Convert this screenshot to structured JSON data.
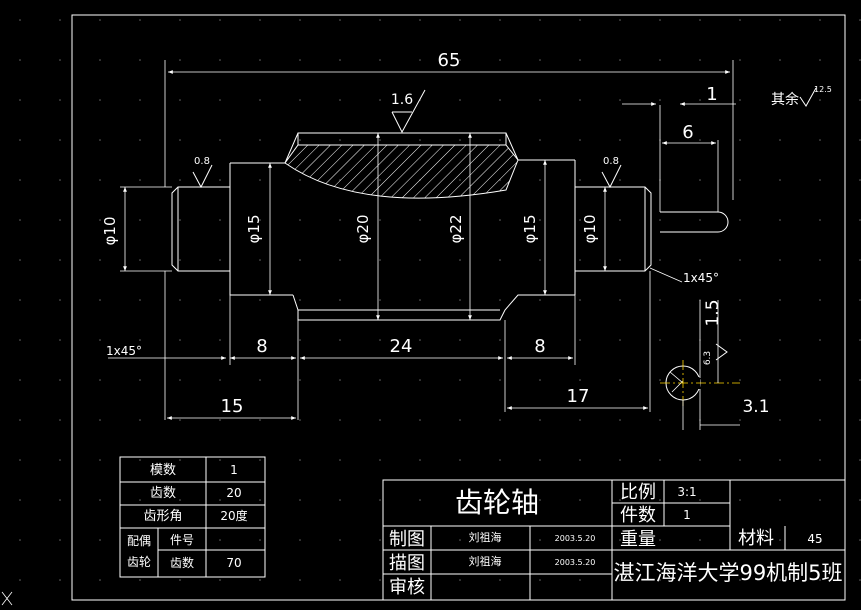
{
  "drawing": {
    "dims": {
      "overall": "65",
      "d10_left": "φ10",
      "d15_left": "φ15",
      "d20": "φ20",
      "d22": "φ22",
      "d15_right": "φ15",
      "d10_right": "φ10",
      "len_8_left": "8",
      "len_24": "24",
      "len_8_right": "8",
      "len_15": "15",
      "len_17": "17",
      "key_1": "1",
      "key_6": "6",
      "chamfer_left": "1x45°",
      "chamfer_right": "1x45°",
      "depth_15": "1.5",
      "width_31": "3.1"
    },
    "roughness": {
      "tooth": "1.6",
      "left": "0.8",
      "right": "0.8",
      "key": "6.3",
      "rest_label": "其余",
      "rest_value": "12.5"
    }
  },
  "gear_table": {
    "rows": [
      {
        "label": "模数",
        "value": "1"
      },
      {
        "label": "齿数",
        "value": "20"
      },
      {
        "label": "齿形角",
        "value": "20度"
      }
    ],
    "mate": {
      "label_a": "配偶",
      "label_b": "齿轮",
      "part_label": "件号",
      "teeth_label": "齿数",
      "teeth_value": "70"
    }
  },
  "title_block": {
    "part_name": "齿轮轴",
    "scale_label": "比例",
    "scale_value": "3:1",
    "qty_label": "件数",
    "qty_value": "1",
    "weight_label": "重量",
    "material_label": "材料",
    "material_value": "45",
    "rows": [
      {
        "role": "制图",
        "name": "刘祖海",
        "date": "2003.5.20"
      },
      {
        "role": "描图",
        "name": "刘祖海",
        "date": "2003.5.20"
      },
      {
        "role": "审核",
        "name": "",
        "date": ""
      }
    ],
    "organization": "湛江海洋大学99机制5班"
  }
}
